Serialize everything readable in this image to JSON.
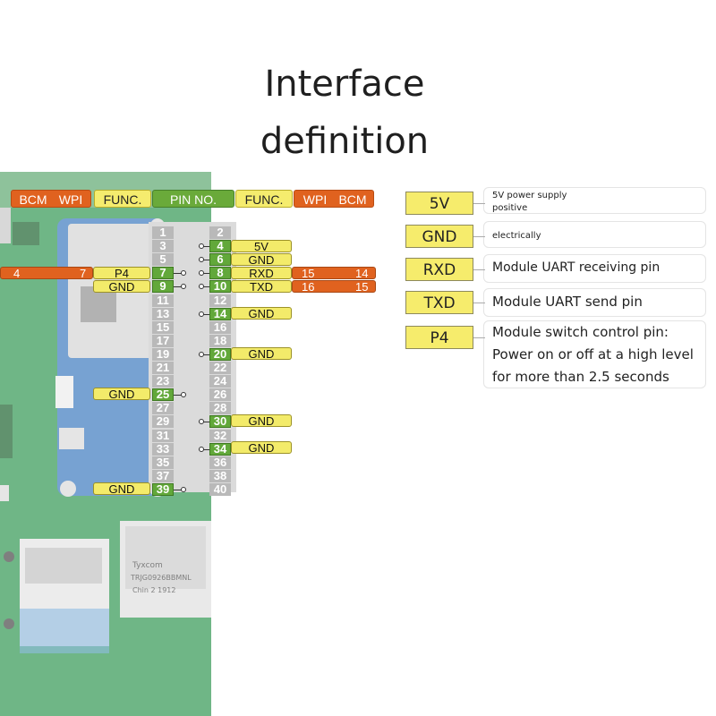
{
  "title_line1": "Interface",
  "title_line2": "definition",
  "header": {
    "left_bcm": "BCM",
    "left_wpi": "WPI",
    "left_func": "FUNC.",
    "pin_no": "PIN NO.",
    "right_func": "FUNC.",
    "right_wpi": "WPI",
    "right_bcm": "BCM"
  },
  "pins": [
    "1",
    "2",
    "3",
    "4",
    "5",
    "6",
    "7",
    "8",
    "9",
    "10",
    "11",
    "12",
    "13",
    "14",
    "15",
    "16",
    "17",
    "18",
    "19",
    "20",
    "21",
    "22",
    "23",
    "24",
    "25",
    "26",
    "27",
    "28",
    "29",
    "30",
    "31",
    "32",
    "33",
    "34",
    "35",
    "36",
    "37",
    "38",
    "39",
    "40"
  ],
  "labels": {
    "pin4": "5V",
    "pin6": "GND",
    "pin7_func": "P4",
    "pin7_bcm": "4",
    "pin7_wpi": "7",
    "pin8_func": "RXD",
    "pin8_wpi": "15",
    "pin8_bcm": "14",
    "pin9_func": "GND",
    "pin10_func": "TXD",
    "pin10_wpi": "16",
    "pin10_bcm": "15",
    "pin14": "GND",
    "pin20": "GND",
    "pin25": "GND",
    "pin30": "GND",
    "pin34": "GND",
    "pin39": "GND"
  },
  "definitions": [
    {
      "label": "5V",
      "text": "5V power supply positive"
    },
    {
      "label": "GND",
      "text": "electrically"
    },
    {
      "label": "RXD",
      "text": "Module UART receiving pin"
    },
    {
      "label": "TXD",
      "text": "Module UART send pin"
    },
    {
      "label": "P4",
      "text_lines": [
        "Module switch control pin:",
        "Power on or off at a high level",
        "for more than 2.5 seconds"
      ]
    }
  ],
  "colors": {
    "board": "#3f9e5e",
    "module": "#4a84c4",
    "pin_active": "#62a83a",
    "label_yellow": "#f3eb6a",
    "label_orange": "#e0621f",
    "pin_inactive": "#b9b9b9"
  },
  "board_markings": {
    "chip_line1": "Tyxcom",
    "chip_line2": "TRJG0926BBMNL",
    "chip_line3": "Chin 2 1912"
  }
}
